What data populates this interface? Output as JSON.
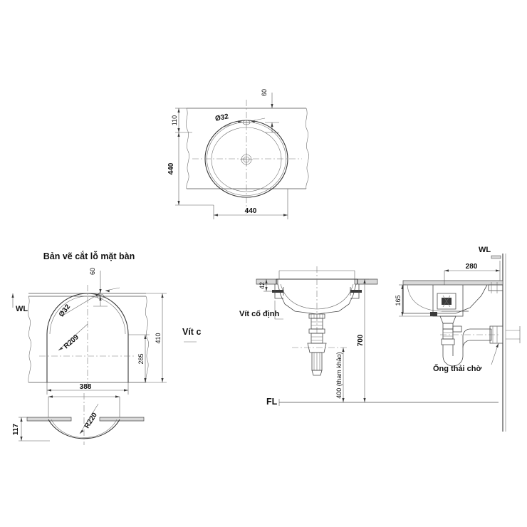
{
  "drawing": {
    "title": "Bản vẽ cắt lỗ mặt bàn",
    "units_note": "",
    "line_color": "#4a4a4a"
  },
  "top_view": {
    "name": "top-view",
    "dim_width": "440",
    "dim_depth": "440",
    "dim_back": "110",
    "dim_offset": "60",
    "hole_label": "Ø32"
  },
  "cutout_view": {
    "name": "countertop-cutout-view",
    "title": "Bản vẽ cắt lỗ mặt bàn",
    "water_level": "WL",
    "dim_offset": "60",
    "hole_label": "Ø32",
    "radius_label": "R209",
    "dim_total": "410",
    "dim_inner": "285",
    "dim_width": "388",
    "screw_note": "Vít c"
  },
  "section_view": {
    "name": "bottom-section-view",
    "dim_width": "388",
    "dim_height": "117",
    "radius_label": "R220"
  },
  "front_view": {
    "name": "front-section-view",
    "dim_rim": "42",
    "screw_label": "Vít cố định",
    "floor_label": "FL",
    "dim_drain": "400 (tham khảo)",
    "dim_height": "700"
  },
  "side_view": {
    "name": "side-section-view",
    "water_level": "WL",
    "dim_depth": "280",
    "dim_bowl": "165",
    "drain_label": "Ống thải chờ"
  }
}
